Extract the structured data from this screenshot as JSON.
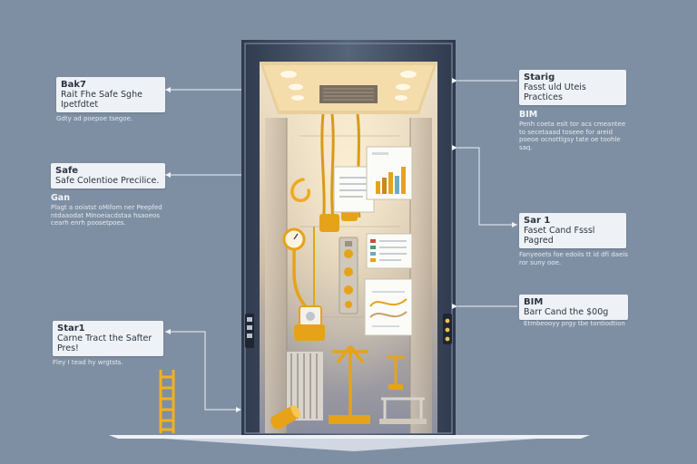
{
  "colors": {
    "background": "#7f8fa3",
    "frame": "#3f4d63",
    "shaft_light": "#f1dfc0",
    "accent": "#f2b01e",
    "label_bg": "#eef2f6"
  },
  "callouts": {
    "top_left": {
      "title": "Bak7",
      "line": "Rait Fhe Safe Sghe Ipetfdtet",
      "note": "Gdty ad poepoe tsegoe."
    },
    "mid_left": {
      "title": "Safe",
      "line": "Safe Colentioe Precilice.",
      "desc_title": "Gan",
      "desc": "Plagt a ooiatst oMifom ner Peepfed ntdaaodat MInoeiacdstaa hsaoeos cearh enrh poosetpoes."
    },
    "bottom_left": {
      "title": "Star1",
      "line": "Carne Tract the Safter Pres!",
      "note": "Fley I tead hy wrgtsts."
    },
    "top_right": {
      "title": "Starig",
      "line": "Fasst uld Uteis Practices",
      "desc_title": "BIM",
      "desc": "Penh coeta esit tor acs cmeantee to secetaaad toseee for areid poeoe ocnottlgsy tate oe toohle saq."
    },
    "mid_right": {
      "title": "Sar 1",
      "line": "Faset Cand Fsssl Pagred",
      "note": "Fanyeoets foe edoiis tt id dfi daeis ror suny ooe."
    },
    "bottom_right": {
      "title": "BIM",
      "line": "Barr Cand the $00g",
      "note": "Etmbeooyy prgy tbe tontiodtion"
    }
  }
}
